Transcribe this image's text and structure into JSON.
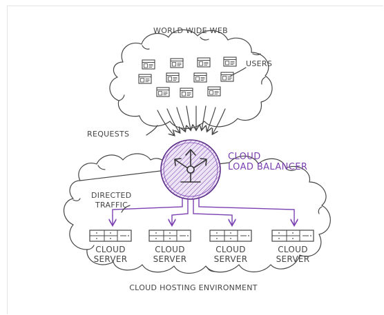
{
  "labels": {
    "top": "WORLD WIDE WEB",
    "users": "USERS",
    "requests": "REQUESTS",
    "balancer_line1": "CLOUD",
    "balancer_line2": "LOAD BALANCER",
    "directed_line1": "DIRECTED",
    "directed_line2": "TRAFFIC",
    "bottom": "CLOUD HOSTING ENVIRONMENT"
  },
  "servers": [
    {
      "line1": "CLOUD",
      "line2": "SERVER"
    },
    {
      "line1": "CLOUD",
      "line2": "SERVER"
    },
    {
      "line1": "CLOUD",
      "line2": "SERVER"
    },
    {
      "line1": "CLOUD",
      "line2": "SERVER"
    }
  ],
  "colors": {
    "ink": "#444444",
    "accent": "#7a3fb0",
    "accent_fill": "#ece4f5"
  },
  "icons": {
    "user": "browser-window-icon",
    "balancer": "load-balancer-icon",
    "server": "server-rack-icon"
  }
}
